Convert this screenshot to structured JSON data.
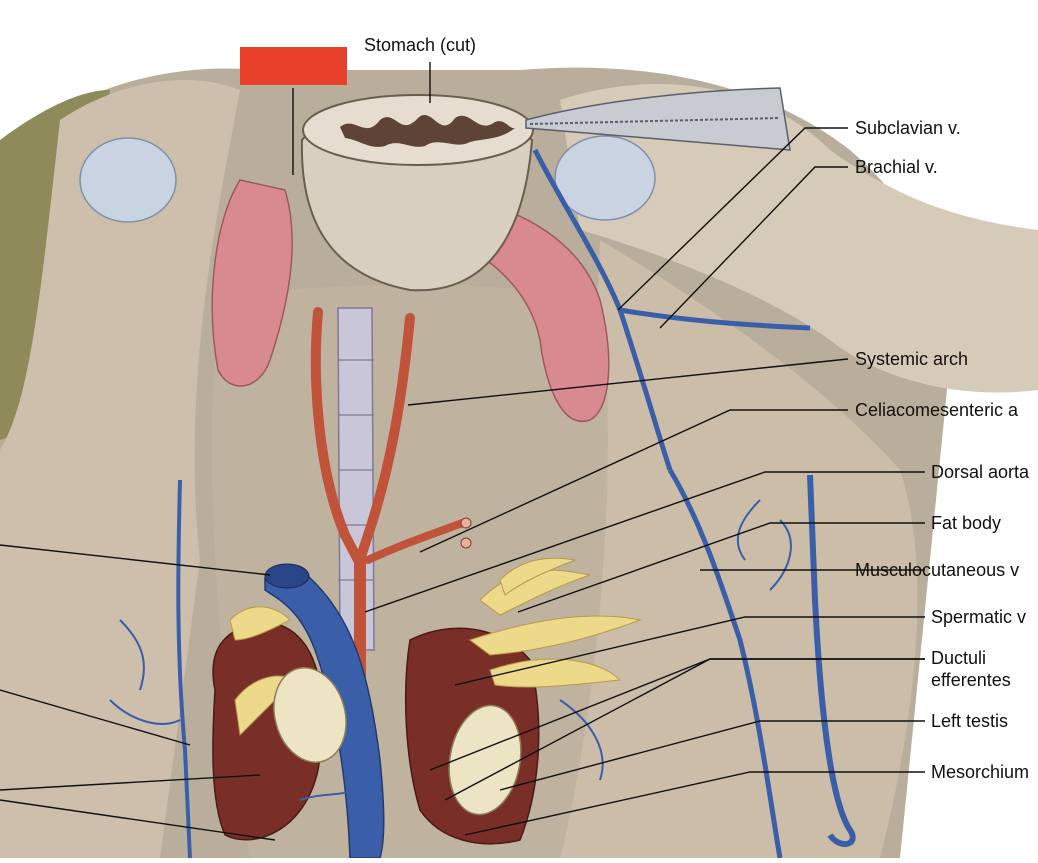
{
  "labels": {
    "stomach": "Stomach (cut)",
    "subclavian": "Subclavian v.",
    "brachial": "Brachial v.",
    "systemic_arch": "Systemic arch",
    "celiacomesenteric": "Celiacomesenteric a",
    "dorsal_aorta": "Dorsal aorta",
    "fat_body": "Fat body",
    "musculocutaneous": "Musculocutaneous v",
    "spermatic": "Spermatic v",
    "ductuli_line1": "Ductuli",
    "ductuli_line2": "efferentes",
    "left_testis": "Left testis",
    "mesorchium": "Mesorchium"
  },
  "colors": {
    "redaction_box": "#e8402a",
    "vein": "#3a5fa8",
    "artery": "#c0533a",
    "muscle": "#cfc1ae",
    "stomach_pink": "#d9898f",
    "kidney": "#7a2e28",
    "fat_body": "#ecd98a",
    "testis": "#ece4c2",
    "background_tissue": "#b8ad98",
    "left_panel": "#8f8a5a"
  }
}
